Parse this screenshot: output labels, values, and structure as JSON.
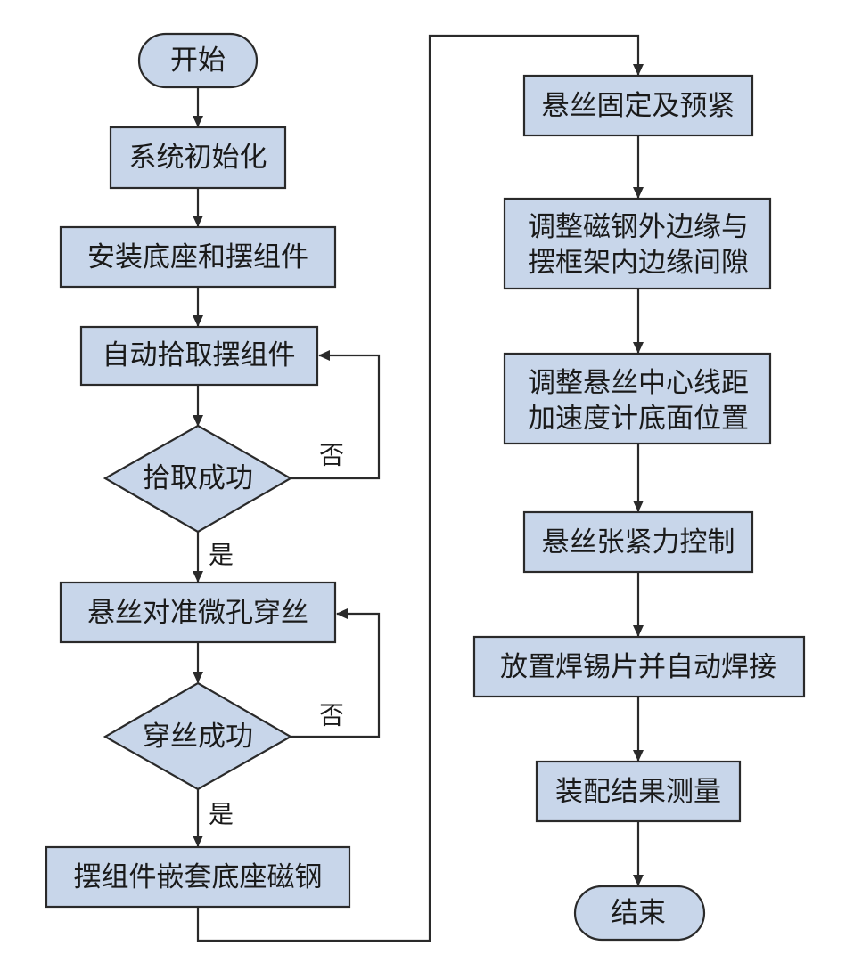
{
  "colors": {
    "node_fill": "#c8d6ea",
    "stroke": "#2a2a2a",
    "text": "#1a1a1a"
  },
  "nodes": {
    "start": "开始",
    "init": "系统初始化",
    "install": "安装底座和摆组件",
    "pick": "自动拾取摆组件",
    "pick_ok": "拾取成功",
    "thread": "悬丝对准微孔穿丝",
    "thread_ok": "穿丝成功",
    "embed": "摆组件嵌套底座磁钢",
    "fix": "悬丝固定及预紧",
    "adjust_gap": [
      "调整磁钢外边缘与",
      "摆框架内边缘间隙"
    ],
    "adjust_center": [
      "调整悬丝中心线距",
      "加速度计底面位置"
    ],
    "tension": "悬丝张紧力控制",
    "solder": "放置焊锡片并自动焊接",
    "measure": "装配结果测量",
    "end": "结束"
  },
  "edge_labels": {
    "pick_no": "否",
    "pick_yes": "是",
    "thread_no": "否",
    "thread_yes": "是"
  }
}
